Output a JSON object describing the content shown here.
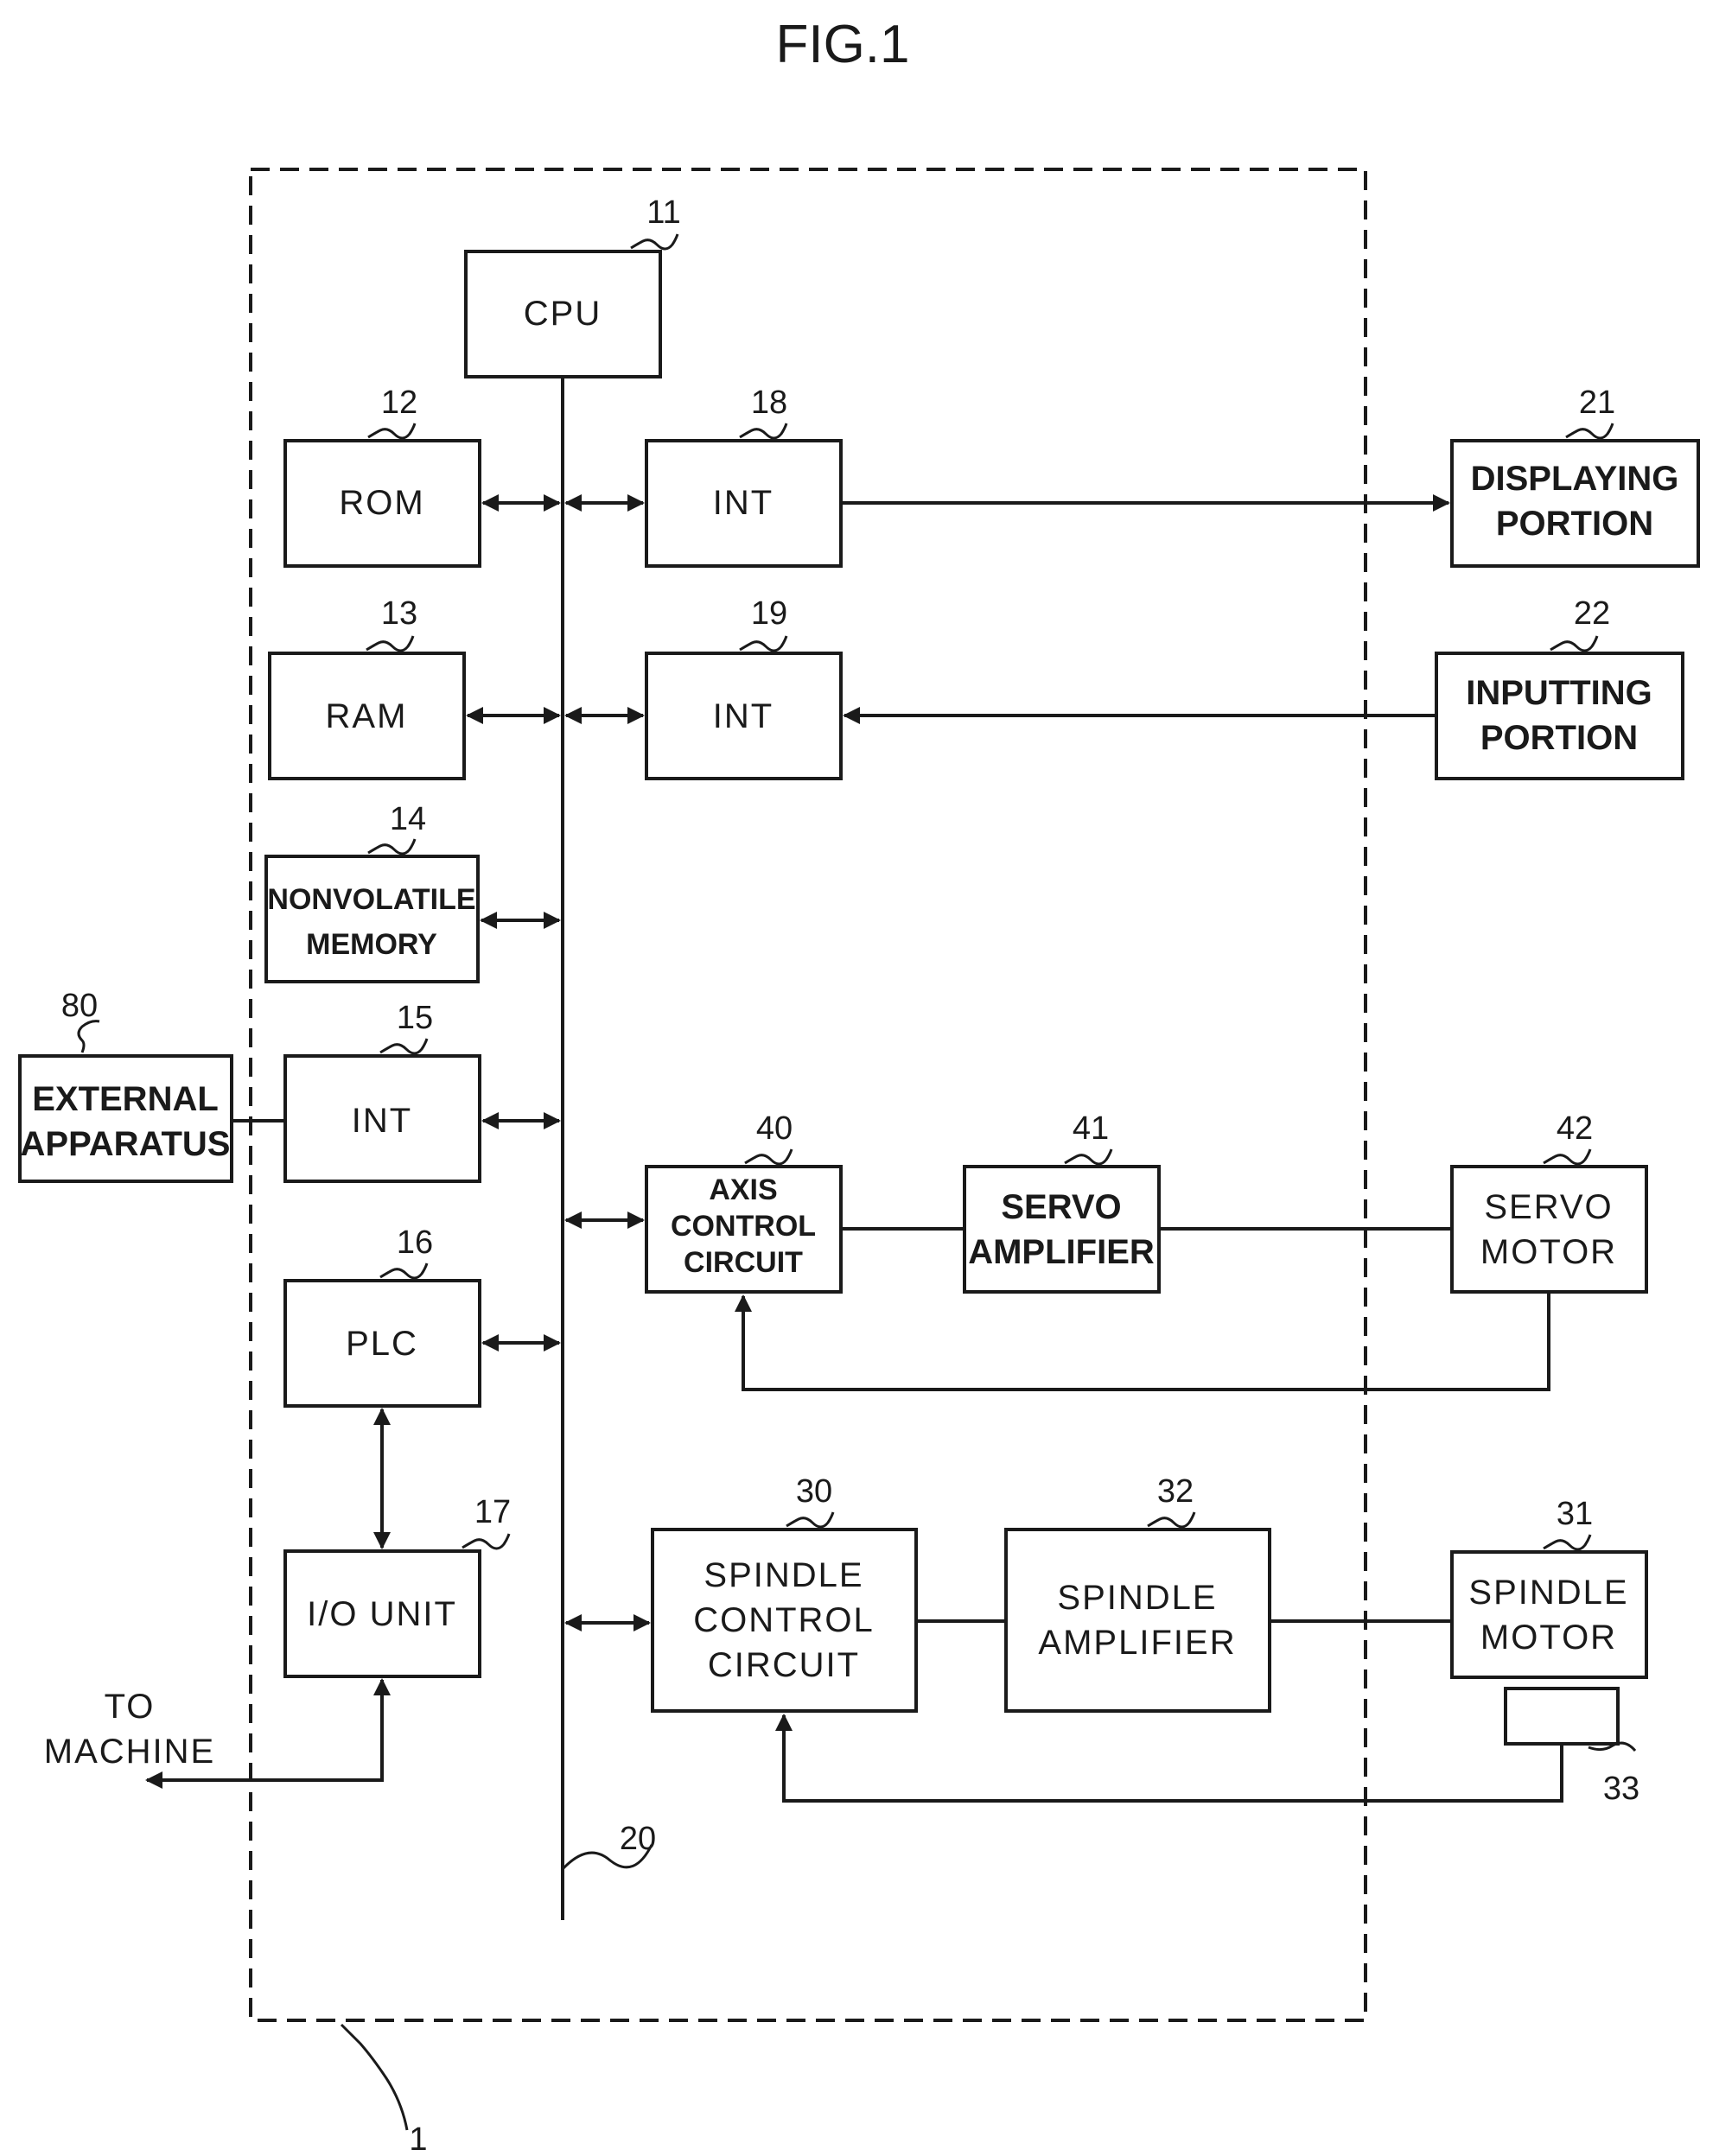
{
  "figure": {
    "title": "FIG.1"
  },
  "controller": {
    "ref": "1"
  },
  "bus": {
    "ref": "20"
  },
  "blocks": {
    "cpu": {
      "ref": "11",
      "lines": [
        "CPU"
      ]
    },
    "rom": {
      "ref": "12",
      "lines": [
        "ROM"
      ]
    },
    "ram": {
      "ref": "13",
      "lines": [
        "RAM"
      ]
    },
    "nonvolatile_memory": {
      "ref": "14",
      "lines": [
        "NONVOLATILE",
        "MEMORY"
      ]
    },
    "int_15": {
      "ref": "15",
      "lines": [
        "INT"
      ]
    },
    "plc": {
      "ref": "16",
      "lines": [
        "PLC"
      ]
    },
    "io_unit": {
      "ref": "17",
      "lines": [
        "I/O UNIT"
      ]
    },
    "int_18": {
      "ref": "18",
      "lines": [
        "INT"
      ]
    },
    "int_19": {
      "ref": "19",
      "lines": [
        "INT"
      ]
    },
    "displaying_portion": {
      "ref": "21",
      "lines": [
        "DISPLAYING",
        "PORTION"
      ]
    },
    "inputting_portion": {
      "ref": "22",
      "lines": [
        "INPUTTING",
        "PORTION"
      ]
    },
    "spindle_control_circuit": {
      "ref": "30",
      "lines": [
        "SPINDLE",
        "CONTROL",
        "CIRCUIT"
      ]
    },
    "spindle_motor": {
      "ref": "31",
      "lines": [
        "SPINDLE",
        "MOTOR"
      ]
    },
    "spindle_amplifier": {
      "ref": "32",
      "lines": [
        "SPINDLE",
        "AMPLIFIER"
      ]
    },
    "spindle_sensor": {
      "ref": "33",
      "lines": []
    },
    "axis_control_circuit": {
      "ref": "40",
      "lines": [
        "AXIS",
        "CONTROL",
        "CIRCUIT"
      ]
    },
    "servo_amplifier": {
      "ref": "41",
      "lines": [
        "SERVO",
        "AMPLIFIER"
      ]
    },
    "servo_motor": {
      "ref": "42",
      "lines": [
        "SERVO",
        "MOTOR"
      ]
    },
    "external_apparatus": {
      "ref": "80",
      "lines": [
        "EXTERNAL",
        "APPARATUS"
      ]
    }
  },
  "to_machine": {
    "lines": [
      "TO",
      "MACHINE"
    ]
  }
}
